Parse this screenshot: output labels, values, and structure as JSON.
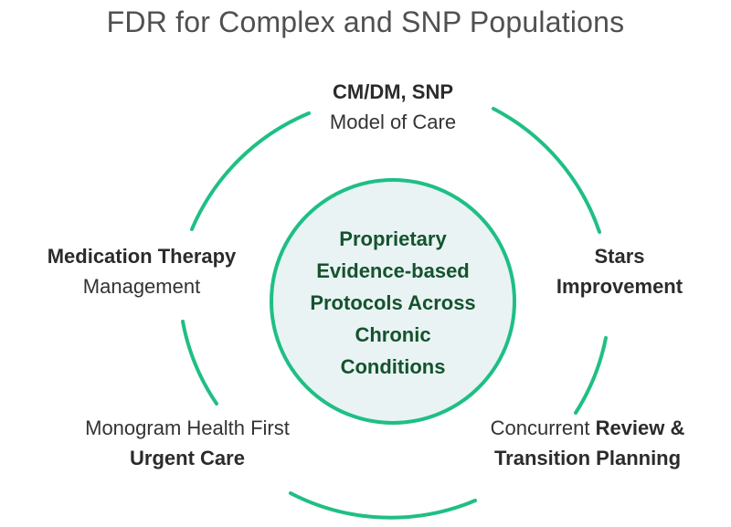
{
  "title": "FDR for Complex and SNP Populations",
  "colors": {
    "ring": "#1fbf84",
    "center_fill": "#e9f3f4",
    "center_stroke": "#1fbf84",
    "center_text": "#14532d"
  },
  "center": {
    "line1": "Proprietary",
    "line2": "Evidence-based",
    "line3": "Protocols Across",
    "line4": "Chronic",
    "line5": "Conditions"
  },
  "segments": {
    "top": {
      "bold": "CM/DM, SNP",
      "normal": "Model of Care"
    },
    "right": {
      "bold1": "Stars",
      "bold2": "Improvement"
    },
    "bottom_right": {
      "normal": "Concurrent ",
      "bold1": "Review &",
      "bold2": "Transition Planning"
    },
    "bottom_left": {
      "normal": "Monogram Health First",
      "bold": "Urgent Care"
    },
    "left": {
      "bold": "Medication Therapy",
      "normal": "Management"
    }
  }
}
